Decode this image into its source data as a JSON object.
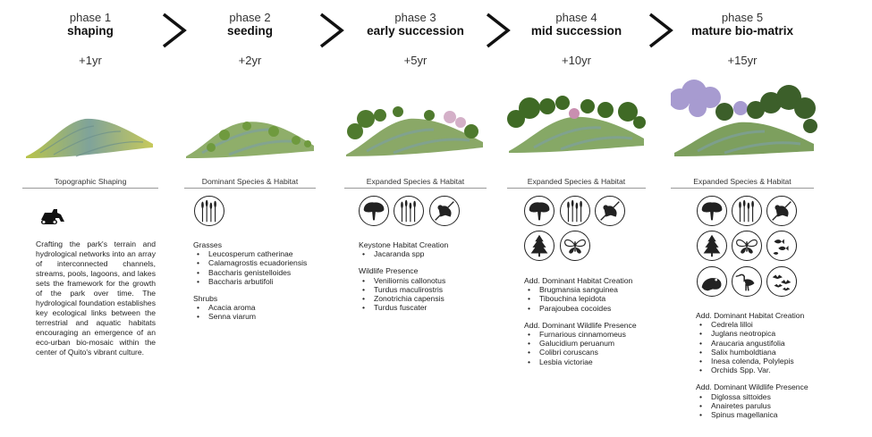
{
  "phases": [
    {
      "num": "phase 1",
      "name": "shaping",
      "time": "+1yr",
      "section": "Topographic Shaping",
      "description": "Crafting the park's terrain and hydrological networks into an array of interconnected channels, streams, pools, lagoons, and lakes sets the framework for the growth of the park over time. The hydrological foundation establishes key ecological links between the terrestrial and aquatic habitats encouraging an emergence of an eco-urban bio-mosaic within the center of Quito's vibrant culture.",
      "icons": [
        "excavator-icon"
      ]
    },
    {
      "num": "phase 2",
      "name": "seeding",
      "time": "+2yr",
      "section": "Dominant Species & Habitat",
      "icons": [
        "grass-icon"
      ],
      "groups": [
        {
          "heading": "Grasses",
          "items": [
            "Leucosperum catherinae",
            "Calamagrostis ecuadoriensis",
            "Baccharis genistelloides",
            "Baccharis arbutifoli"
          ]
        },
        {
          "heading": "Shrubs",
          "items": [
            "Acacia aroma",
            "Senna viarum"
          ]
        }
      ]
    },
    {
      "num": "phase 3",
      "name": "early succession",
      "time": "+5yr",
      "section": "Expanded Species & Habitat",
      "icons": [
        "tree-icon",
        "grass-icon",
        "bird-icon"
      ],
      "groups": [
        {
          "heading": "Keystone Habitat Creation",
          "items": [
            "Jacaranda spp"
          ]
        },
        {
          "heading": "Wildlife Presence",
          "items": [
            "Veniliornis callonotus",
            "Turdus maculirostris",
            "Zonotrichia capensis",
            "Turdus fuscater"
          ]
        }
      ]
    },
    {
      "num": "phase 4",
      "name": "mid succession",
      "time": "+10yr",
      "section": "Expanded Species & Habitat",
      "icons": [
        "tree-icon",
        "grass-icon",
        "bird-icon",
        "pine-tree-icon",
        "butterfly-icon"
      ],
      "groups": [
        {
          "heading": "Add. Dominant Habitat Creation",
          "items": [
            "Brugmansia sanguinea",
            "Tibouchina lepidota",
            "Parajoubea cocoides"
          ]
        },
        {
          "heading": "Add. Dominant Wildlife Presence",
          "items": [
            "Furnarious cinnamomeus",
            "Galucidium peruanum",
            "Colibri coruscans",
            "Lesbia victoriae"
          ]
        }
      ]
    },
    {
      "num": "phase 5",
      "name": "mature bio-matrix",
      "time": "+15yr",
      "section": "Expanded Species & Habitat",
      "icons": [
        "tree-icon",
        "grass-icon",
        "bird-icon",
        "pine-tree-icon",
        "butterfly-icon",
        "fish-icon",
        "frog-icon",
        "heron-icon",
        "flock-icon"
      ],
      "groups": [
        {
          "heading": "Add. Dominant Habitat Creation",
          "items": [
            "Cedrela lilloi",
            "Juglans neotropica",
            "Araucaria angustifolia",
            "Salix humboldtiana",
            "Inesa colenda, Polylepis",
            "Orchids Spp. Var."
          ]
        },
        {
          "heading": "Add. Dominant Wildlife Presence",
          "items": [
            "Diglossa sittoides",
            "Anairetes parulus",
            "Spinus magellanica"
          ]
        }
      ]
    }
  ]
}
